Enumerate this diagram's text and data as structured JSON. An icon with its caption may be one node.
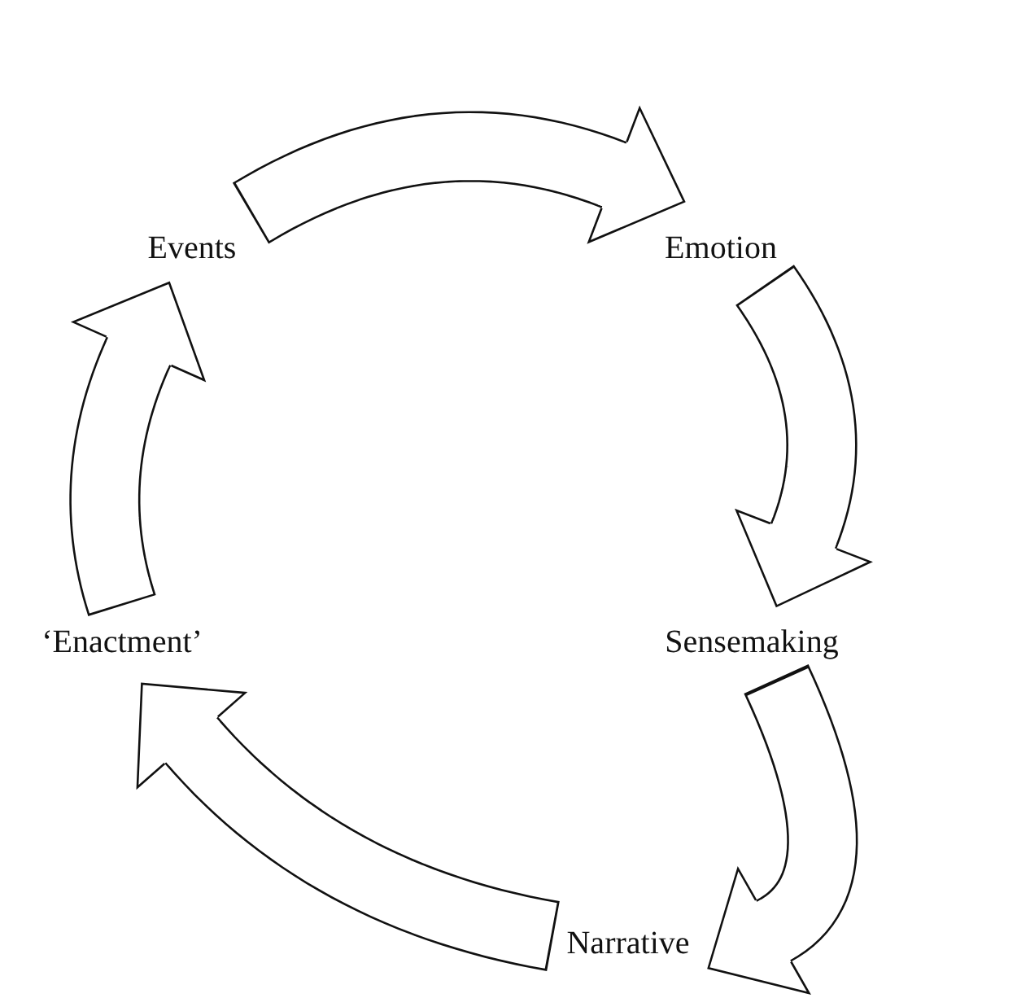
{
  "diagram": {
    "nodes": [
      {
        "text": [
          "Events"
        ]
      },
      {
        "text": [
          "Emotion"
        ]
      },
      {
        "text": [
          "Sensemaking"
        ]
      },
      {
        "text": [
          "Narrative"
        ]
      },
      {
        "text": [
          "‘Enactment’"
        ]
      }
    ],
    "edges": [
      {
        "from": 0,
        "to": 1,
        "arrow": "to"
      },
      {
        "from": 1,
        "to": 2,
        "arrow": "to"
      },
      {
        "from": 2,
        "to": 3,
        "arrow": "to"
      },
      {
        "from": 3,
        "to": 4,
        "arrow": "to"
      },
      {
        "from": 4,
        "to": 0,
        "arrow": "to"
      }
    ]
  }
}
